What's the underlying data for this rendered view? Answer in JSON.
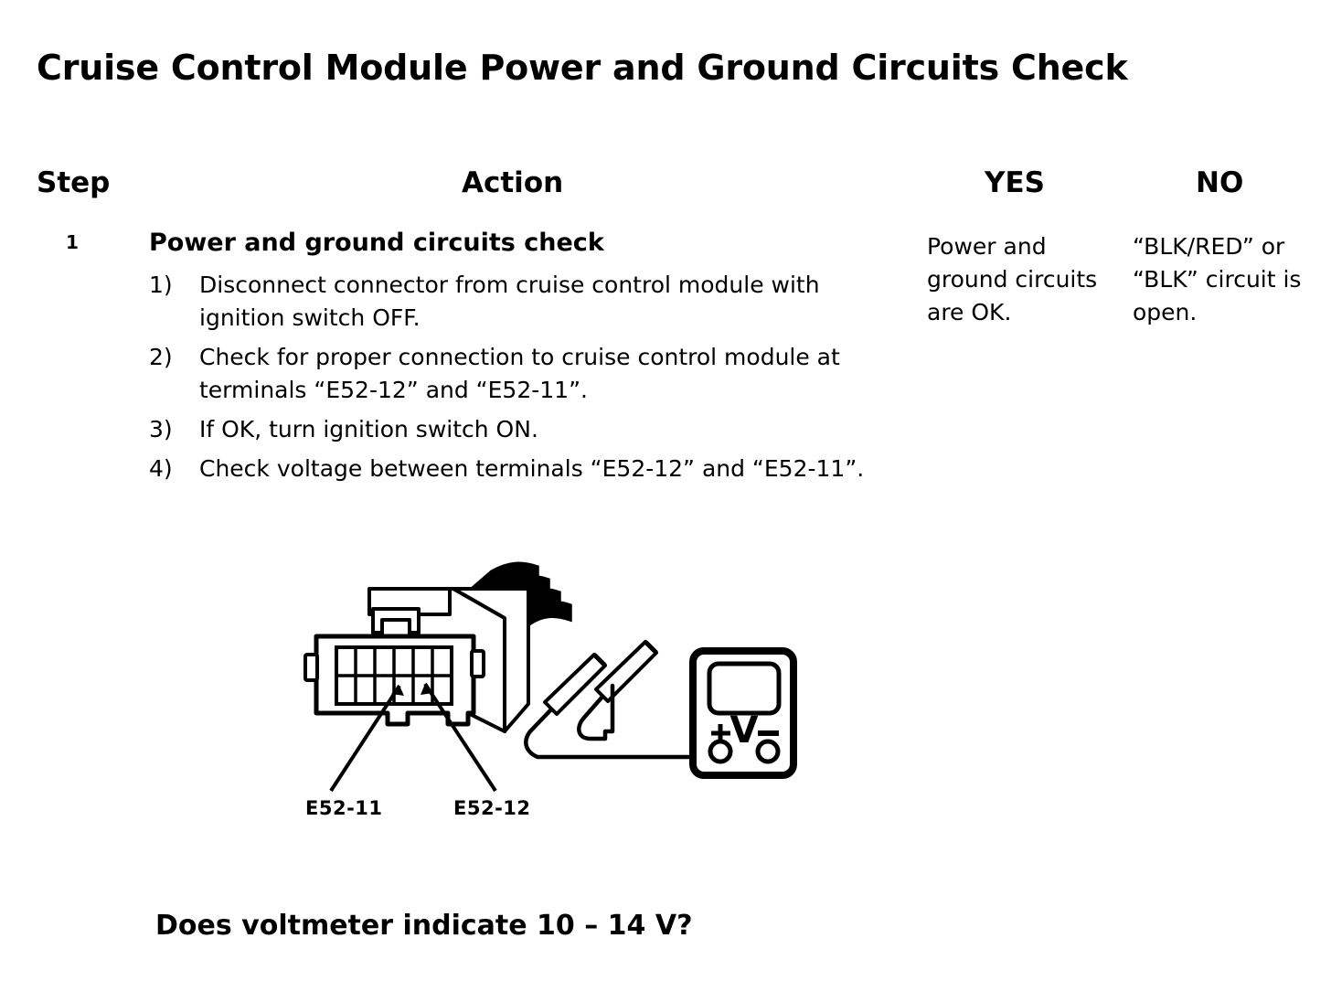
{
  "document": {
    "title": "Cruise Control Module Power and Ground Circuits Check"
  },
  "table": {
    "headers": {
      "step": "Step",
      "action": "Action",
      "yes": "YES",
      "no": "NO"
    },
    "rows": [
      {
        "step_number": "1",
        "action_title": "Power and ground circuits check",
        "action_steps": [
          {
            "marker": "1)",
            "text": "Disconnect connector from cruise control module with ignition switch OFF."
          },
          {
            "marker": "2)",
            "text": "Check for proper connection to cruise control module at terminals “E52-12” and “E52-11”."
          },
          {
            "marker": "3)",
            "text": "If OK, turn ignition switch ON."
          },
          {
            "marker": "4)",
            "text": "Check voltage between terminals “E52-12” and “E52-11”."
          }
        ],
        "question": "Does voltmeter indicate 10 – 14 V?",
        "yes": "Power and ground circuits are OK.",
        "no": "“BLK/RED” or “BLK” circuit is open."
      }
    ]
  },
  "figure": {
    "caption_left": "E52-11",
    "caption_right": "E52-12",
    "voltmeter": {
      "unit_symbol": "V",
      "positive_terminal": "+",
      "negative_terminal": "−"
    },
    "connector": {
      "terminal_columns": 6,
      "terminal_rows": 2
    }
  },
  "colors": {
    "ink": "#000000",
    "page": "#ffffff"
  }
}
